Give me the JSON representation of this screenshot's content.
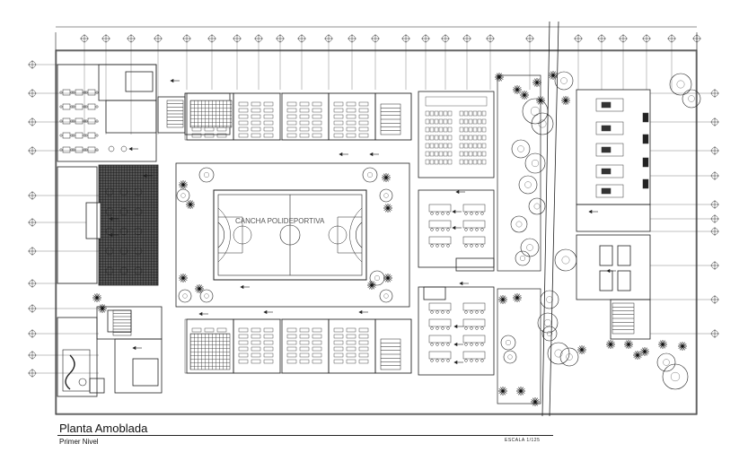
{
  "drawing": {
    "title": "Planta Amoblada",
    "subtitle": "Primer Nivel",
    "scale": "ESCALA 1/125",
    "court_label": "CANCHA POLIDEPORTIVA"
  },
  "colors": {
    "line": "#222222",
    "grid": "#444444",
    "furniture": "#333333",
    "accent_green": "#2e9c3a"
  }
}
